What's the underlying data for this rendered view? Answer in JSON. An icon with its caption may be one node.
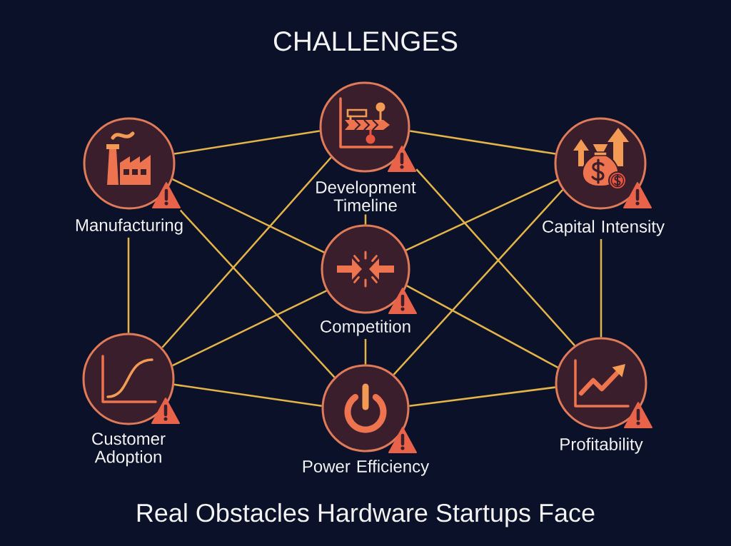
{
  "diagram": {
    "title": "CHALLENGES",
    "caption": "Real Obstacles Hardware Startups Face",
    "nodes": [
      {
        "text": [
          "Manufacturing"
        ]
      },
      {
        "text": [
          "Development Timeline"
        ]
      },
      {
        "text": [
          "Capital Intensity"
        ]
      },
      {
        "text": [
          "Competition"
        ]
      },
      {
        "text": [
          "Customer Adoption"
        ]
      },
      {
        "text": [
          "Power Efficiency"
        ]
      },
      {
        "text": [
          "Profitability"
        ]
      }
    ],
    "edges": [
      {
        "from": 0,
        "to": 1,
        "arrow": "none"
      },
      {
        "from": 1,
        "to": 2,
        "arrow": "none"
      },
      {
        "from": 0,
        "to": 4,
        "arrow": "none"
      },
      {
        "from": 0,
        "to": 3,
        "arrow": "none"
      },
      {
        "from": 0,
        "to": 5,
        "arrow": "none"
      },
      {
        "from": 1,
        "to": 3,
        "arrow": "none"
      },
      {
        "from": 1,
        "to": 4,
        "arrow": "none"
      },
      {
        "from": 1,
        "to": 6,
        "arrow": "none"
      },
      {
        "from": 2,
        "to": 3,
        "arrow": "none"
      },
      {
        "from": 2,
        "to": 5,
        "arrow": "none"
      },
      {
        "from": 2,
        "to": 6,
        "arrow": "none"
      },
      {
        "from": 3,
        "to": 4,
        "arrow": "none"
      },
      {
        "from": 3,
        "to": 5,
        "arrow": "none"
      },
      {
        "from": 3,
        "to": 6,
        "arrow": "none"
      },
      {
        "from": 4,
        "to": 5,
        "arrow": "none"
      },
      {
        "from": 5,
        "to": 6,
        "arrow": "none"
      }
    ]
  }
}
